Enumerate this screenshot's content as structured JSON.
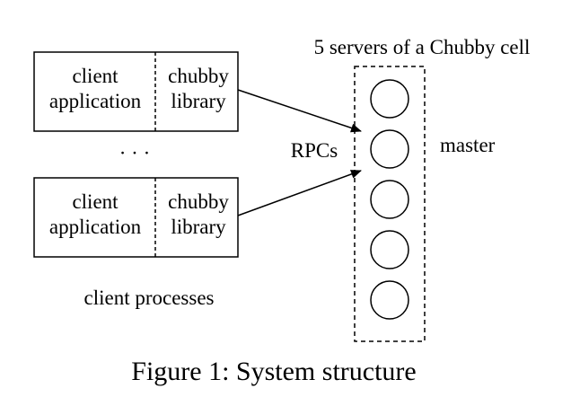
{
  "cell_title": "5 servers of a Chubby cell",
  "clients": [
    {
      "application": [
        "client",
        "application"
      ],
      "library": [
        "chubby",
        "library"
      ]
    },
    {
      "application": [
        "client",
        "application"
      ],
      "library": [
        "chubby",
        "library"
      ]
    }
  ],
  "ellipsis": "· · ·",
  "rpc_label": "RPCs",
  "master_label": "master",
  "client_processes_label": "client processes",
  "server_count": 5,
  "caption": "Figure 1: System structure"
}
